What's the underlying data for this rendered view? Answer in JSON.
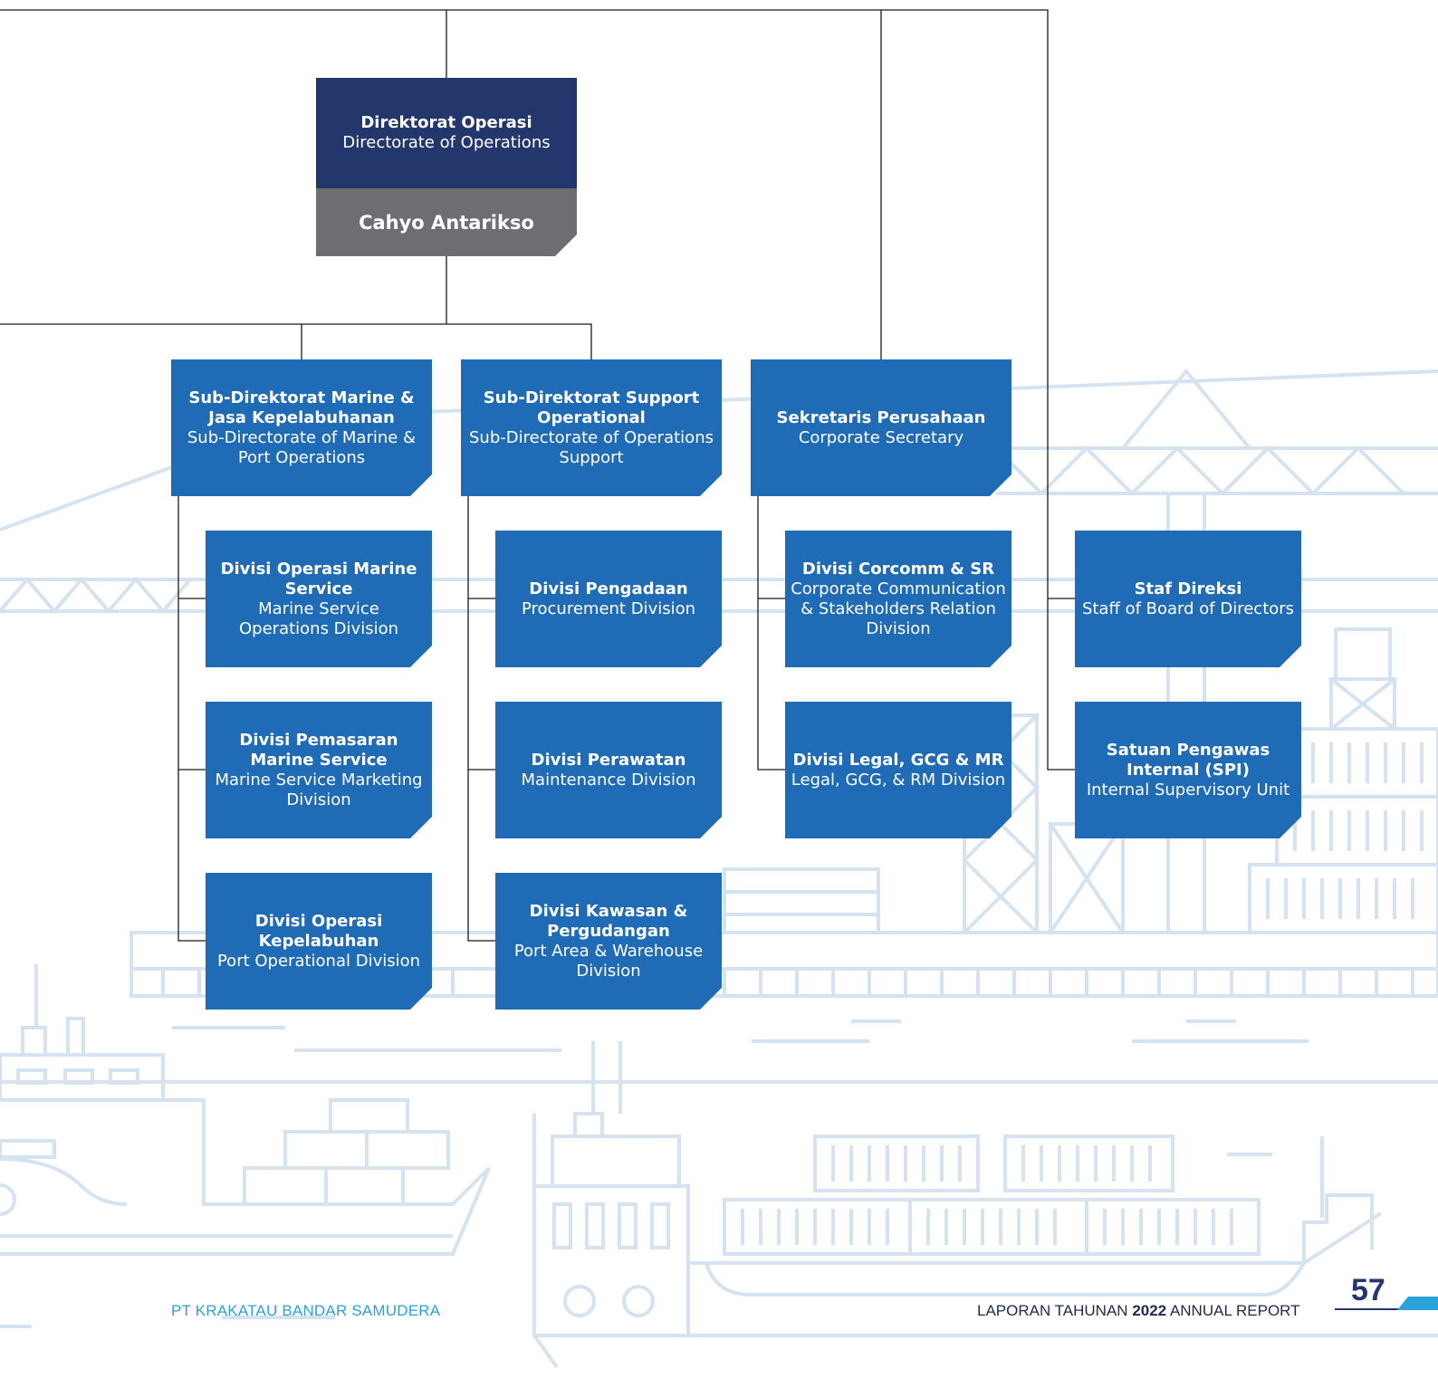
{
  "directorate": {
    "title_id": "Direktorat Operasi",
    "title_en": "Directorate of Operations",
    "head": "Cahyo Antarikso"
  },
  "sub_directorates": [
    {
      "title_id": "Sub-Direktorat Marine & Jasa Kepelabuhanan",
      "title_en": "Sub-Directorate of Marine & Port Operations"
    },
    {
      "title_id": "Sub-Direktorat Support Operational",
      "title_en": "Sub-Directorate of Operations Support"
    },
    {
      "title_id": "Sekretaris Perusahaan",
      "title_en": "Corporate Secretary"
    }
  ],
  "divisions": [
    {
      "title_id": "Divisi Operasi Marine Service",
      "title_en": "Marine Service Operations Division"
    },
    {
      "title_id": "Divisi Pemasaran Marine Service",
      "title_en": "Marine Service Marketing Division"
    },
    {
      "title_id": "Divisi Operasi Kepelabuhan",
      "title_en": "Port Operational Division"
    },
    {
      "title_id": "Divisi Pengadaan",
      "title_en": "Procurement Division"
    },
    {
      "title_id": "Divisi Perawatan",
      "title_en": "Maintenance Division"
    },
    {
      "title_id": "Divisi Kawasan & Pergudangan",
      "title_en": "Port Area & Warehouse Division"
    },
    {
      "title_id": "Divisi Corcomm & SR",
      "title_en": "Corporate Communication & Stakeholders Relation Division"
    },
    {
      "title_id": "Divisi Legal, GCG & MR",
      "title_en": "Legal, GCG, & RM Division"
    },
    {
      "title_id": "Staf Direksi",
      "title_en": "Staff of Board of Directors"
    },
    {
      "title_id": "Satuan Pengawas Internal (SPI)",
      "title_en": "Internal Supervisory Unit"
    }
  ],
  "footer": {
    "company": "PT KRAKATAU BANDAR SAMUDERA",
    "report_prefix": "LAPORAN TAHUNAN",
    "report_year": "2022",
    "report_suffix": "ANNUAL REPORT",
    "page_number": "57"
  },
  "colors": {
    "navy": "#24376d",
    "blue": "#1f6bb5",
    "grey": "#6d6e71",
    "accent": "#2aa3d9",
    "illustration": "#d5e3f0"
  }
}
